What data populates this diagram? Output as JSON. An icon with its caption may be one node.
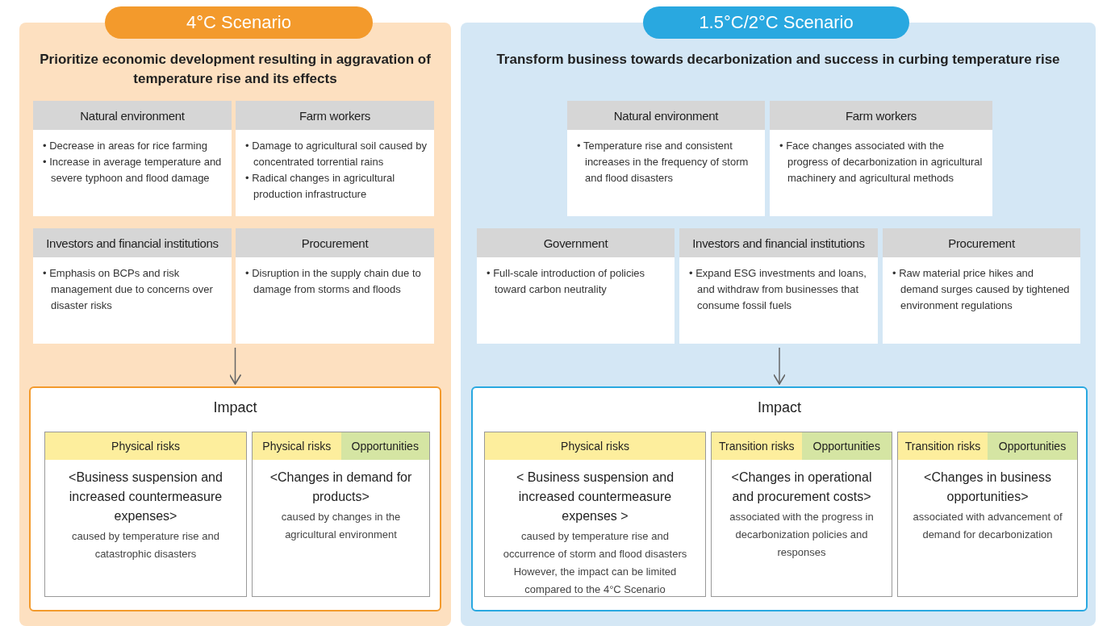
{
  "diagram": {
    "nodes": [
      {
        "text": [
          "Prioritize economic development resulting in aggravation of temperature rise and its effects"
        ]
      },
      {
        "text": [
          "4°C Scenario"
        ],
        "in": 0
      },
      {
        "text": [
          "Natural environment",
          "• Decrease in areas for rice farming",
          "• Increase in average temperature and severe typhoon and flood damage"
        ],
        "in": 0
      },
      {
        "text": [
          "Farm workers",
          "• Damage to agricultural soil caused by concentrated torrential rains",
          "• Radical changes in agricultural production infrastructure"
        ],
        "in": 0
      },
      {
        "text": [
          "Investors and financial institutions",
          "• Emphasis on BCPs and risk management due to concerns over disaster risks"
        ],
        "in": 0
      },
      {
        "text": [
          "Procurement",
          "• Disruption in the supply chain due to damage from storms and floods"
        ],
        "in": 0
      },
      {
        "text": [
          "Impact"
        ],
        "in": 0
      },
      {
        "text": [
          "Physical risks",
          "<Business suspension and increased countermeasure expenses>",
          "caused by temperature rise and catastrophic disasters"
        ],
        "in": 6
      },
      {
        "text": [
          "Physical risks",
          "Opportunities",
          "<Changes in demand for products>",
          "caused by changes in the agricultural environment"
        ],
        "in": 6
      },
      {
        "text": [
          "Transform business towards decarbonization and success in curbing temperature rise"
        ]
      },
      {
        "text": [
          "1.5°C/2°C Scenario"
        ],
        "in": 9
      },
      {
        "text": [
          "Natural environment",
          "• Temperature rise and consistent increases in the frequency of storm and flood disasters"
        ],
        "in": 9
      },
      {
        "text": [
          "Farm workers",
          "• Face changes associated with the progress of decarbonization in agricultural machinery and agricultural methods"
        ],
        "in": 9
      },
      {
        "text": [
          "Government",
          "• Full-scale introduction of policies toward carbon neutrality"
        ],
        "in": 9
      },
      {
        "text": [
          "Investors and financial institutions",
          "• Expand ESG investments and loans, and withdraw from businesses that consume fossil fuels"
        ],
        "in": 9
      },
      {
        "text": [
          "Procurement",
          "• Raw material price hikes and demand surges caused by tightened environment regulations"
        ],
        "in": 9
      },
      {
        "text": [
          "Impact"
        ],
        "in": 9
      },
      {
        "text": [
          "Physical risks",
          "< Business suspension and increased countermeasure expenses >",
          "caused by temperature rise and occurrence of storm and flood disasters",
          "However, the impact can be limited compared to the 4°C Scenario"
        ],
        "in": 16
      },
      {
        "text": [
          "Transition risks",
          "Opportunities",
          "<Changes in operational and procurement costs>",
          "associated with the progress in decarbonization policies and responses"
        ],
        "in": 16
      },
      {
        "text": [
          "Transition risks",
          "Opportunities",
          "<Changes in business opportunities>",
          "associated with advancement of demand for decarbonization"
        ],
        "in": 16
      }
    ],
    "edges": [
      {
        "from": 5,
        "to": 6,
        "arrow": "to"
      },
      {
        "from": 14,
        "to": 16,
        "arrow": "to"
      }
    ]
  }
}
